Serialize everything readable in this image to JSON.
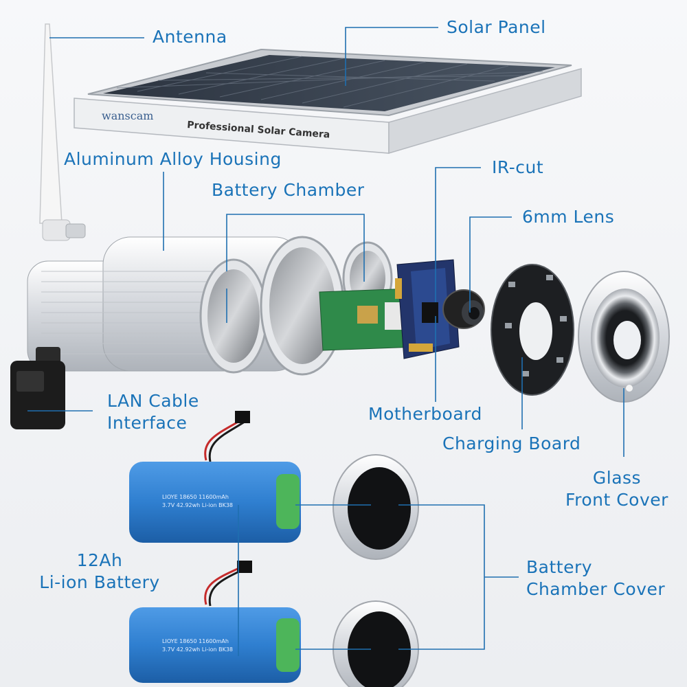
{
  "labels": {
    "antenna": "Antenna",
    "solar_panel": "Solar Panel",
    "aluminum_housing": "Aluminum Alloy Housing",
    "battery_chamber": "Battery Chamber",
    "ir_cut": "IR-cut",
    "lens": "6mm Lens",
    "lan_line1": "LAN Cable",
    "lan_line2": "Interface",
    "motherboard": "Motherboard",
    "charging_board": "Charging Board",
    "glass_line1": "Glass",
    "glass_line2": "Front Cover",
    "battery_line1": "12Ah",
    "battery_line2": "Li-ion Battery",
    "chamber_cover_line1": "Battery",
    "chamber_cover_line2": "Chamber Cover"
  },
  "panel": {
    "brand": "wanscam",
    "title": "Professional Solar Camera"
  },
  "battery_print": {
    "line1": "LIOYE 18650 11600mAh",
    "line2": "3.7V 42.92wh Li-ion  BK38"
  },
  "colors": {
    "label": "#1a73b8",
    "leader_line": "#1f6fb0",
    "battery": "#2f7fd0",
    "battery_end": "#4db55a",
    "pcb": "#2f8a4a"
  }
}
